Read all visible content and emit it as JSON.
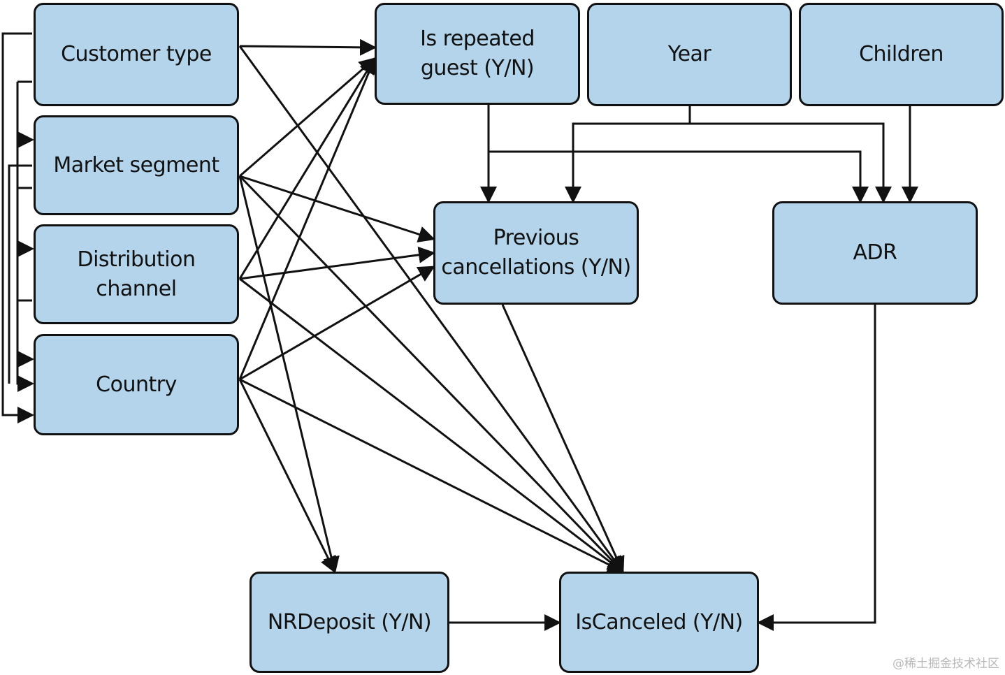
{
  "diagram": {
    "nodes": [
      {
        "id": "customer_type",
        "label": "Customer type"
      },
      {
        "id": "market_segment",
        "label": "Market segment"
      },
      {
        "id": "distribution_channel",
        "label": "Distribution channel"
      },
      {
        "id": "country",
        "label": "Country"
      },
      {
        "id": "is_repeated_guest",
        "label": "Is repeated\nguest (Y/N)"
      },
      {
        "id": "year",
        "label": "Year"
      },
      {
        "id": "children",
        "label": "Children"
      },
      {
        "id": "previous_cancellations",
        "label": "Previous\ncancellations (Y/N)"
      },
      {
        "id": "adr",
        "label": "ADR"
      },
      {
        "id": "nrdeposit",
        "label": "NRDeposit (Y/N)"
      },
      {
        "id": "is_canceled",
        "label": "IsCanceled (Y/N)"
      }
    ],
    "edges": [
      {
        "from": "customer_type",
        "to": "is_repeated_guest"
      },
      {
        "from": "customer_type",
        "to": "is_canceled"
      },
      {
        "from": "market_segment",
        "to": "is_repeated_guest"
      },
      {
        "from": "market_segment",
        "to": "previous_cancellations"
      },
      {
        "from": "market_segment",
        "to": "nrdeposit"
      },
      {
        "from": "market_segment",
        "to": "is_canceled"
      },
      {
        "from": "distribution_channel",
        "to": "is_repeated_guest"
      },
      {
        "from": "distribution_channel",
        "to": "previous_cancellations"
      },
      {
        "from": "distribution_channel",
        "to": "is_canceled"
      },
      {
        "from": "country",
        "to": "is_repeated_guest"
      },
      {
        "from": "country",
        "to": "previous_cancellations"
      },
      {
        "from": "country",
        "to": "nrdeposit"
      },
      {
        "from": "country",
        "to": "is_canceled"
      },
      {
        "from": "is_repeated_guest",
        "to": "previous_cancellations"
      },
      {
        "from": "is_repeated_guest",
        "to": "adr"
      },
      {
        "from": "year",
        "to": "previous_cancellations"
      },
      {
        "from": "year",
        "to": "adr"
      },
      {
        "from": "children",
        "to": "adr"
      },
      {
        "from": "previous_cancellations",
        "to": "is_canceled"
      },
      {
        "from": "nrdeposit",
        "to": "is_canceled"
      },
      {
        "from": "adr",
        "to": "is_canceled"
      }
    ]
  },
  "watermark": "@稀土掘金技术社区",
  "colors": {
    "node_fill": "#b3d4ea",
    "stroke": "#111111",
    "watermark": "#b8b8b8"
  }
}
